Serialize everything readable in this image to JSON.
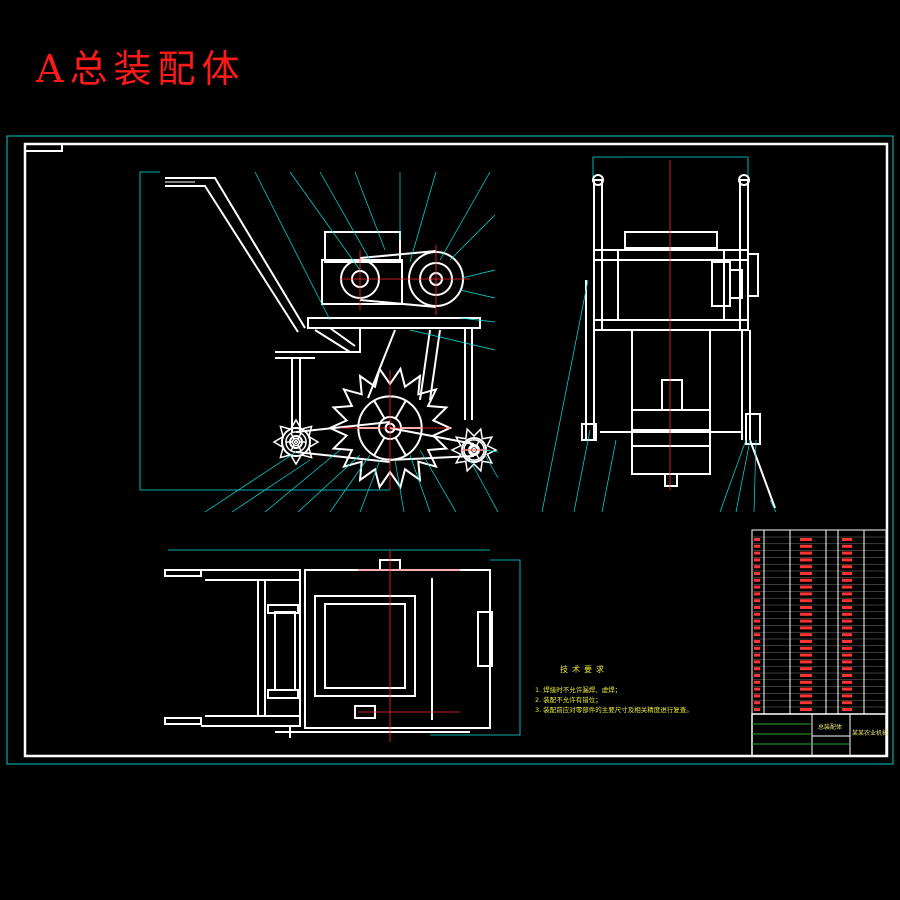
{
  "page_title": "A总装配体",
  "technical_requirements": {
    "title": "技术要求",
    "items": [
      "1. 焊接时不允许漏焊、虚焊；",
      "2. 装配不允许有错位；",
      "3. 装配前应对零部件的主要尺寸及相关精度进行复查。"
    ]
  },
  "title_block": {
    "drawing_name": "总装配体",
    "unit_name": "某某农业机械"
  },
  "colors": {
    "frame": "#00cccc",
    "geometry": "#ffffff",
    "centerline": "#ff2a2a",
    "leader": "#00e5e5",
    "title": "#ff1a1a",
    "text": "#eaea3a"
  }
}
